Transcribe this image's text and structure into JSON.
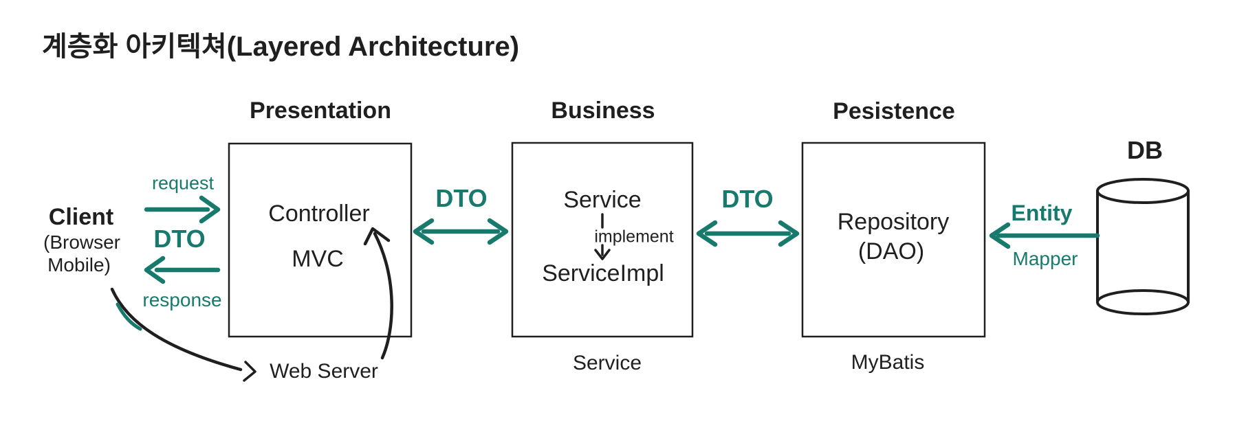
{
  "colors": {
    "teal": "#177a6c",
    "ink": "#1f1f1f",
    "background": "#ffffff"
  },
  "title": "계층화 아키텍쳐(Layered Architecture)",
  "client": {
    "name": "Client",
    "detail_line1": "(Browser",
    "detail_line2": "Mobile)"
  },
  "client_flow": {
    "request_label": "request",
    "dto_label": "DTO",
    "response_label": "response"
  },
  "web_server_label": "Web Server",
  "layers": {
    "presentation": {
      "header": "Presentation",
      "component": "Controller",
      "pattern": "MVC"
    },
    "business": {
      "header": "Business",
      "interface": "Service",
      "implement_label": "implement",
      "implementation": "ServiceImpl",
      "footer": "Service"
    },
    "persistence": {
      "header": "Pesistence",
      "component": "Repository",
      "alias": "(DAO)",
      "footer": "MyBatis"
    }
  },
  "connections": {
    "presentation_business_dto": "DTO",
    "business_persistence_dto": "DTO",
    "entity_label": "Entity",
    "mapper_label": "Mapper"
  },
  "database": {
    "label": "DB"
  }
}
